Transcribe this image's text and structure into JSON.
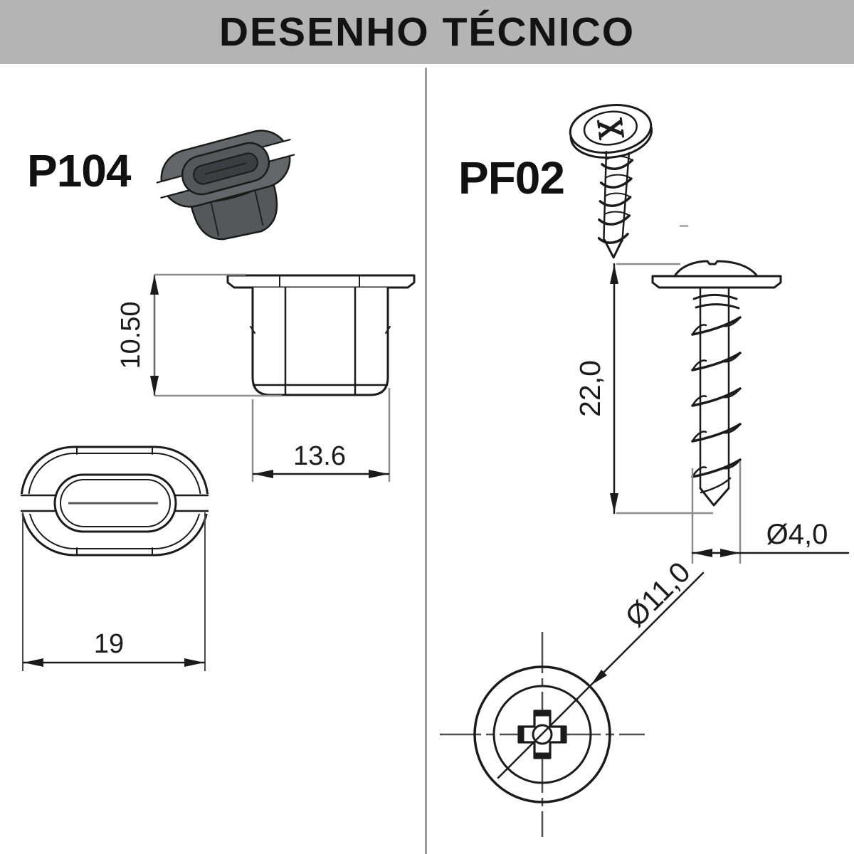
{
  "title": "DESENHO TÉCNICO",
  "colors": {
    "banner": "#b4b4b4",
    "divider": "#9b9b9b",
    "line": "#1b1b1b",
    "construction": "#8d8d8d",
    "centerline": "#4f4f4f",
    "part_fill": "#56575b",
    "part_fill_light": "#65666a",
    "part_fill_dark": "#3d3e41"
  },
  "parts": {
    "left": {
      "code": "P104",
      "dimensions": {
        "height": "10.50",
        "width": "13.6",
        "length": "19"
      }
    },
    "right": {
      "code": "PF02",
      "dimensions": {
        "length": "22,0",
        "thread_diameter": "Ø4,0",
        "head_diameter": "Ø11,0"
      }
    }
  }
}
